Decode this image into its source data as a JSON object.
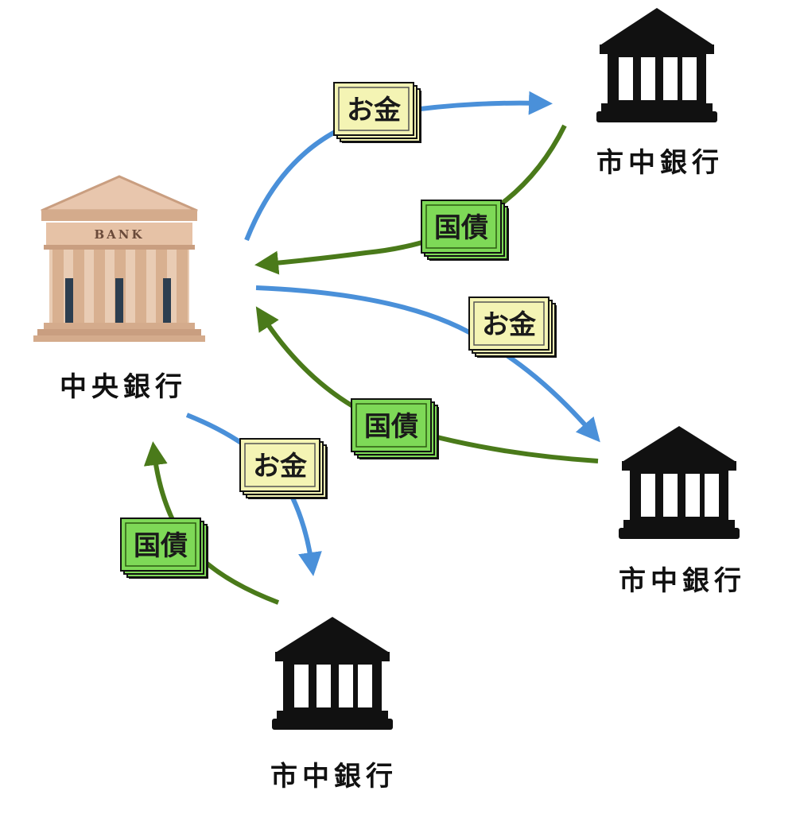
{
  "central_bank": {
    "label": "中央銀行",
    "sign": "BANK"
  },
  "commercial_banks": [
    {
      "label": "市中銀行"
    },
    {
      "label": "市中銀行"
    },
    {
      "label": "市中銀行"
    }
  ],
  "flows": [
    {
      "money_label": "お金",
      "bond_label": "国債"
    },
    {
      "money_label": "お金",
      "bond_label": "国債"
    },
    {
      "money_label": "お金",
      "bond_label": "国債"
    }
  ],
  "colors": {
    "money_arrow": "#4a90d9",
    "bond_arrow": "#4a7a1a",
    "money_note": "#f4f4b4",
    "bond_note": "#7ed957",
    "central_bank": "#d9b49a",
    "commercial_bank": "#111111"
  }
}
